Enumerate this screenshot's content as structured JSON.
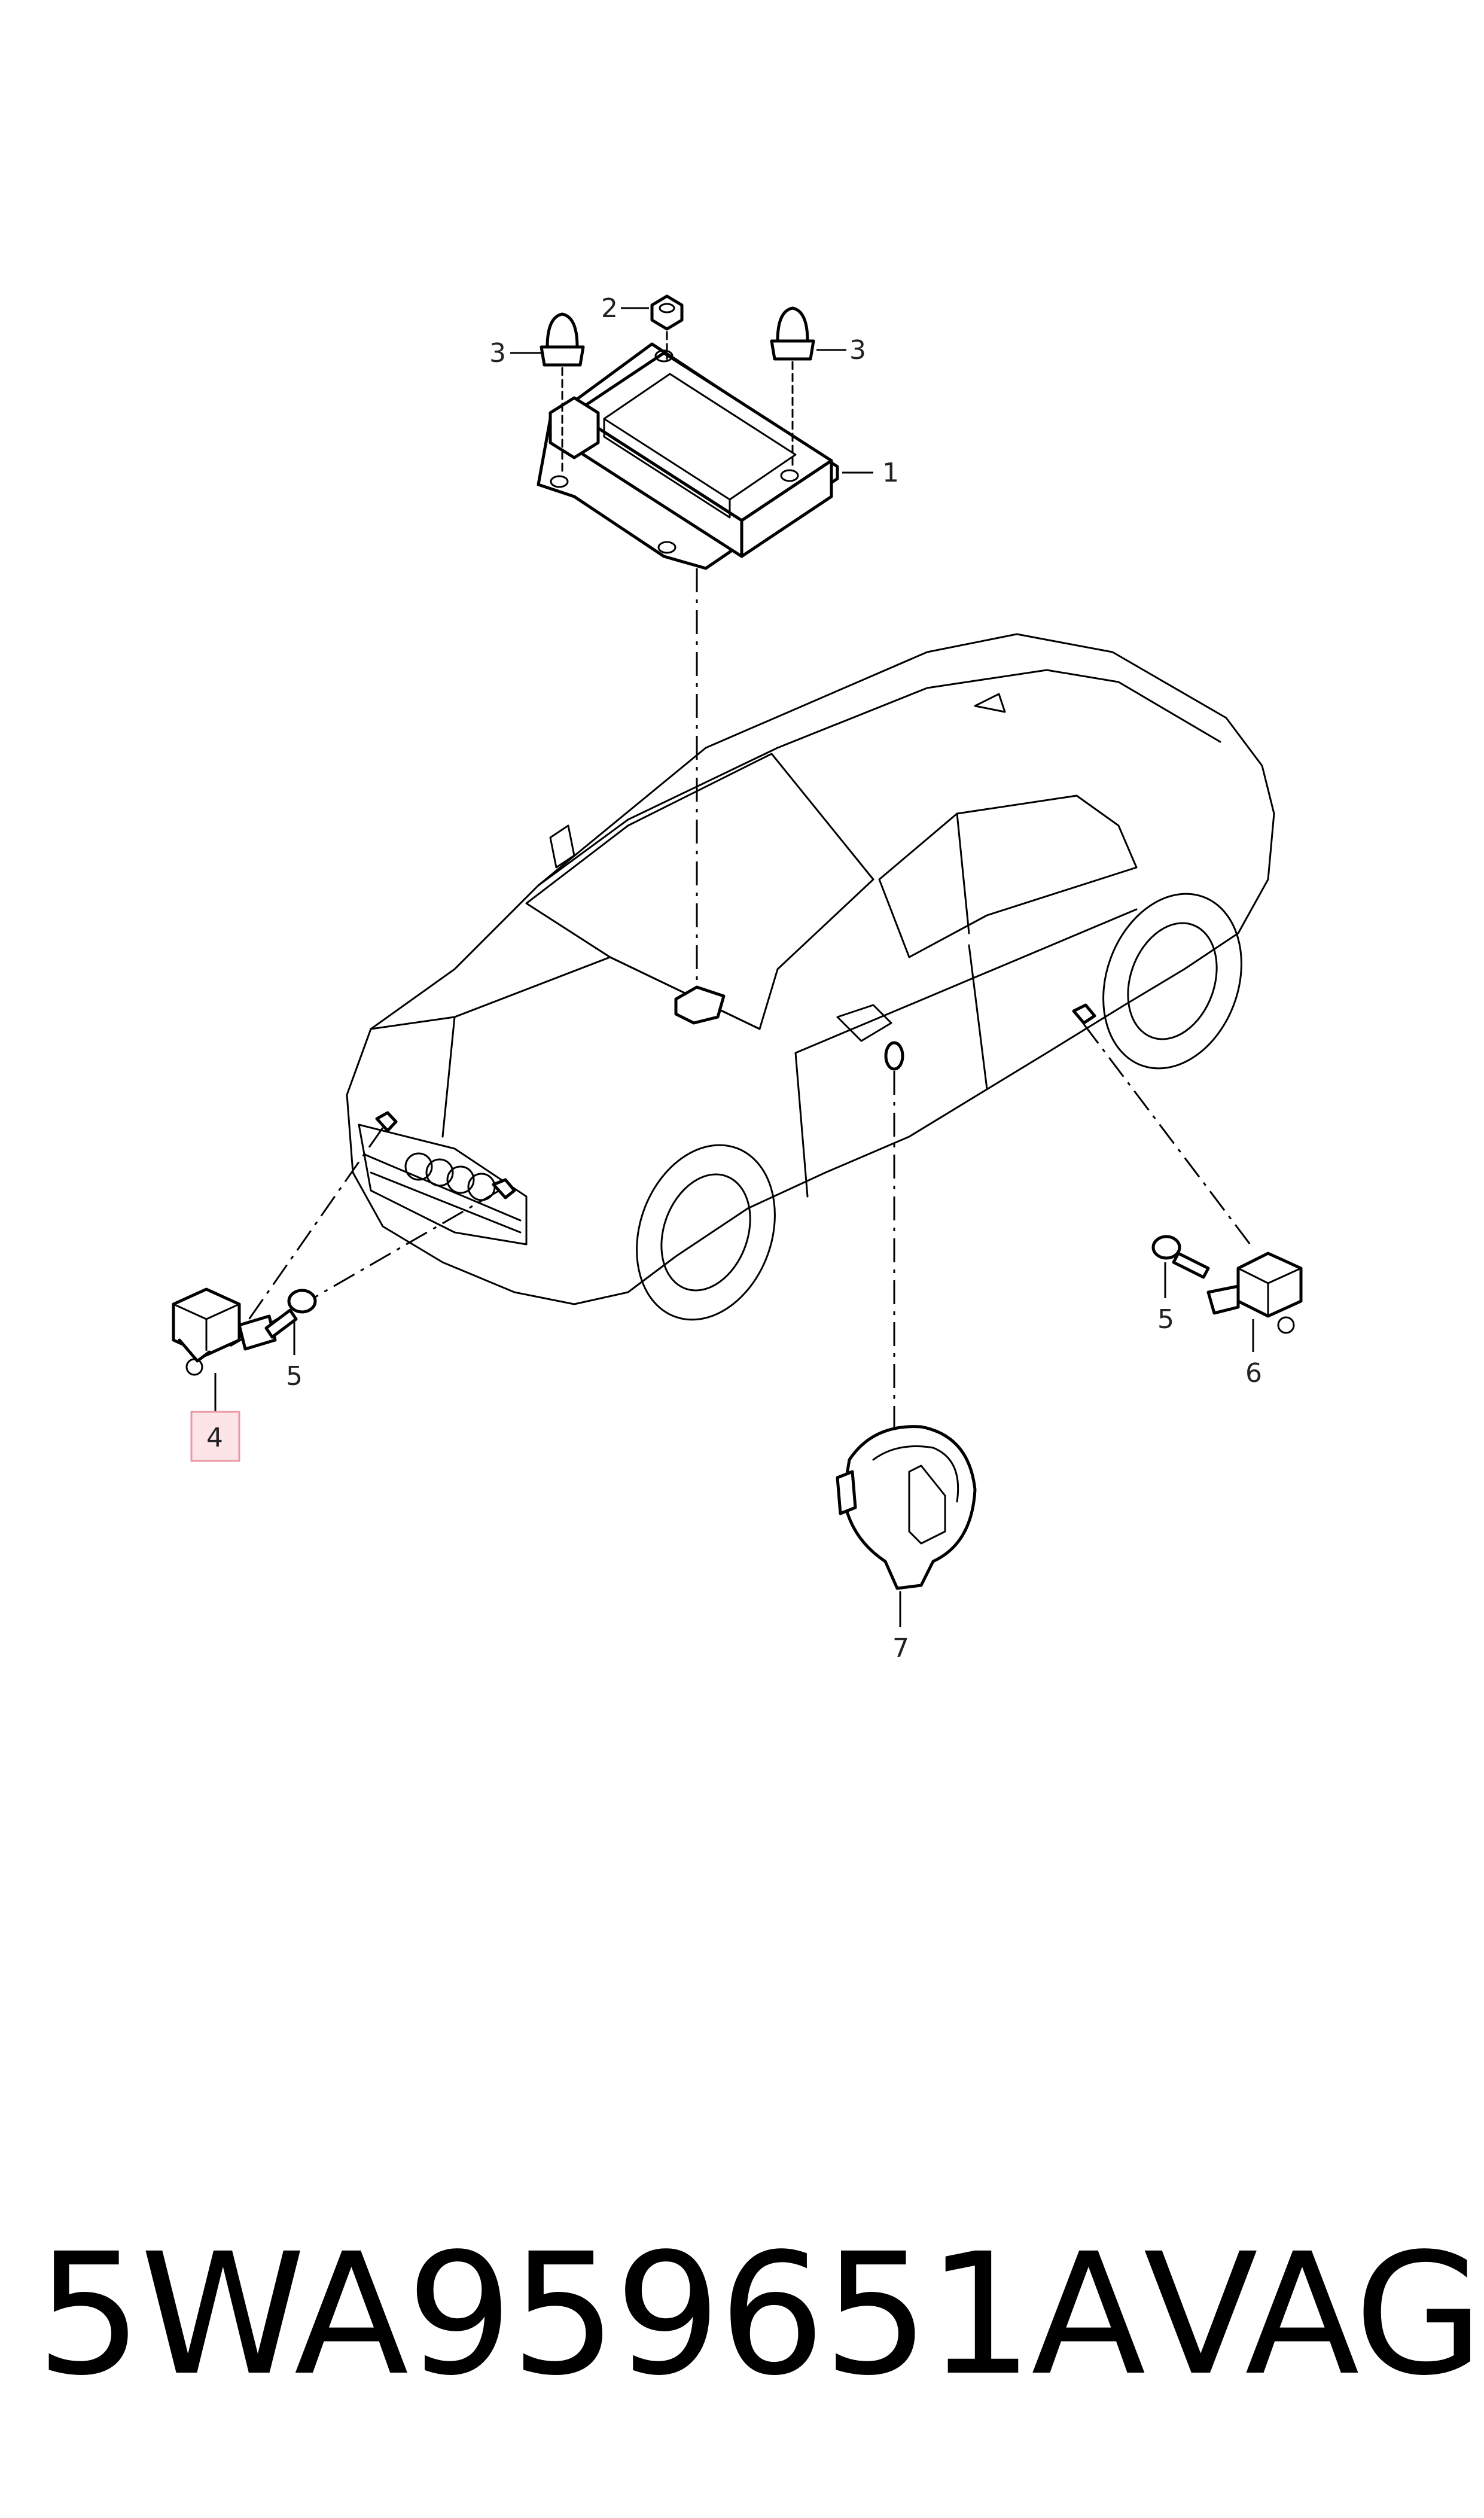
{
  "callouts": {
    "c1": "1",
    "c2": "2",
    "c3a": "3",
    "c3b": "3",
    "c4": "4",
    "c5a": "5",
    "c5b": "5",
    "c6": "6",
    "c7": "7"
  },
  "highlight": {
    "color": "#fde4e6",
    "border": "#e89aa3"
  },
  "footer": {
    "part_number": "5WA959651A",
    "brand": "VAG"
  }
}
